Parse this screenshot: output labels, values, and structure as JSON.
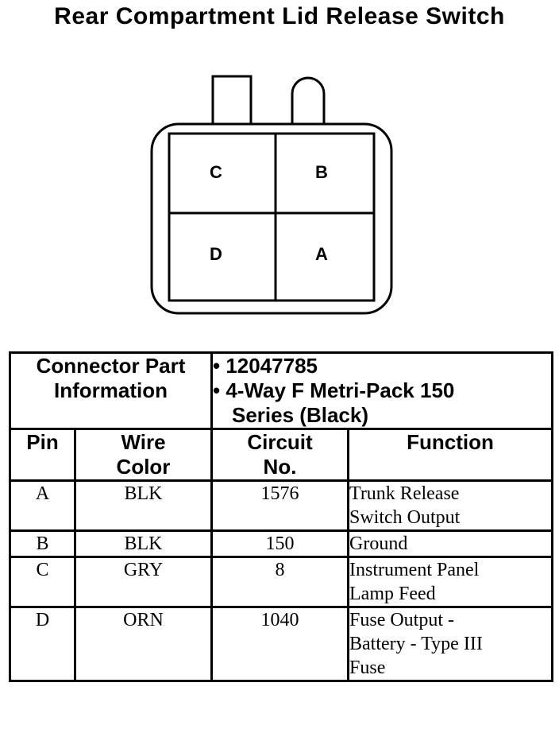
{
  "title": "Rear Compartment Lid Release Switch",
  "connector": {
    "pins": [
      "C",
      "B",
      "D",
      "A"
    ]
  },
  "connector_part_info": {
    "label_line1": "Connector Part",
    "label_line2": "Information",
    "part_number": "• 12047785",
    "description_line1": "• 4-Way F Metri-Pack 150",
    "description_line2": "Series (Black)"
  },
  "columns": {
    "pin": "Pin",
    "wire_color_line1": "Wire",
    "wire_color_line2": "Color",
    "circuit_line1": "Circuit",
    "circuit_line2": "No.",
    "function": "Function"
  },
  "rows": [
    {
      "pin": "A",
      "wire_color": "BLK",
      "circuit": "1576",
      "function_lines": [
        "Trunk Release",
        "Switch Output"
      ]
    },
    {
      "pin": "B",
      "wire_color": "BLK",
      "circuit": "150",
      "function_lines": [
        "Ground"
      ]
    },
    {
      "pin": "C",
      "wire_color": "GRY",
      "circuit": "8",
      "function_lines": [
        "Instrument Panel",
        "Lamp Feed"
      ]
    },
    {
      "pin": "D",
      "wire_color": "ORN",
      "circuit": "1040",
      "function_lines": [
        "Fuse Output -",
        "Battery - Type III",
        "Fuse"
      ]
    }
  ]
}
